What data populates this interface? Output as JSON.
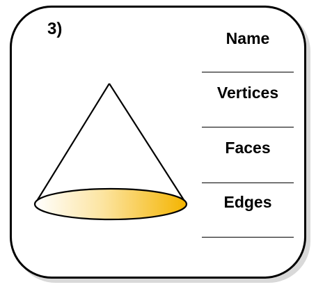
{
  "question": {
    "number": "3)"
  },
  "fields": [
    {
      "label": "Name"
    },
    {
      "label": "Vertices"
    },
    {
      "label": "Faces"
    },
    {
      "label": "Edges"
    }
  ],
  "colors": {
    "cone_base_start": "#ffffff",
    "cone_base_end": "#f4b400"
  },
  "figure": {
    "shape_icon": "cone-icon"
  }
}
